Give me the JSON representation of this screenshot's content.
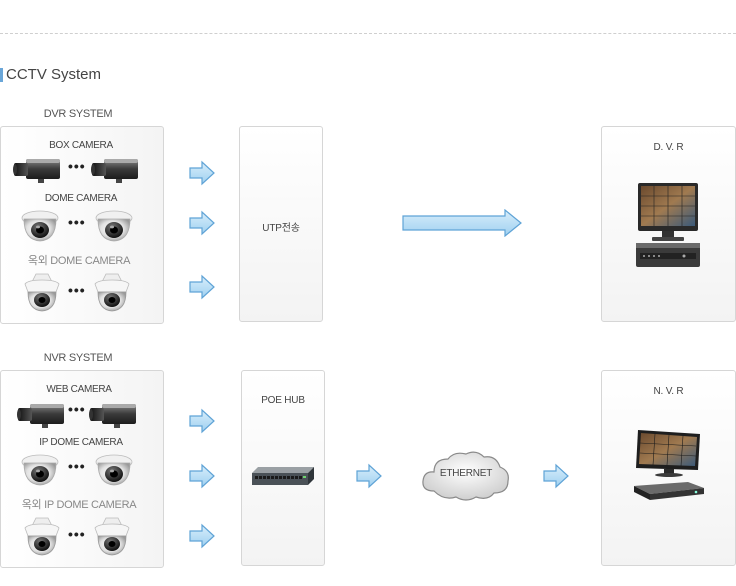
{
  "section": {
    "title": "CCTV System"
  },
  "dvr": {
    "label": "DVR SYSTEM",
    "cameras": [
      "BOX CAMERA",
      "DOME CAMERA",
      "옥외 DOME CAMERA"
    ],
    "transmission": "UTP전송",
    "recorder": "D. V. R"
  },
  "nvr": {
    "label": "NVR SYSTEM",
    "cameras": [
      "WEB CAMERA",
      "IP DOME CAMERA",
      "옥외 IP DOME CAMERA"
    ],
    "hub": "POE HUB",
    "network": "ETHERNET",
    "recorder": "N. V. R"
  },
  "colors": {
    "arrow_fill": "#b7dcf4",
    "arrow_stroke": "#5fa3d6",
    "accent": "#6aa6d8"
  },
  "icons": [
    "box-camera-icon",
    "dome-camera-icon",
    "outdoor-dome-camera-icon",
    "dvr-monitor-icon",
    "poe-switch-icon",
    "cloud-icon",
    "nvr-monitor-icon",
    "right-arrow-icon"
  ]
}
